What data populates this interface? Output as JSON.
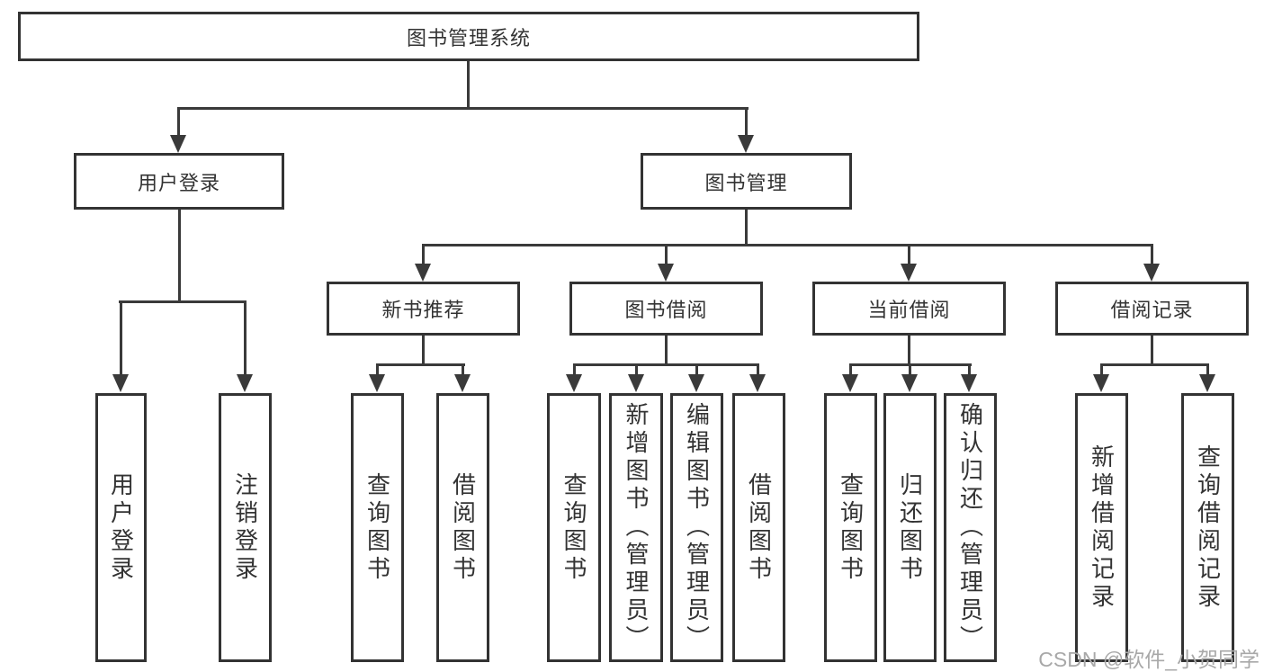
{
  "tree": {
    "root": {
      "label": "图书管理系统"
    },
    "branches": [
      {
        "label": "用户登录",
        "children": [
          {
            "label": "用户登录"
          },
          {
            "label": "注销登录"
          }
        ]
      },
      {
        "label": "图书管理",
        "children": [
          {
            "label": "新书推荐",
            "children": [
              {
                "label": "查询图书"
              },
              {
                "label": "借阅图书"
              }
            ]
          },
          {
            "label": "图书借阅",
            "children": [
              {
                "label": "查询图书"
              },
              {
                "label": "新增图书（管理员）"
              },
              {
                "label": "编辑图书（管理员）"
              },
              {
                "label": "借阅图书"
              }
            ]
          },
          {
            "label": "当前借阅",
            "children": [
              {
                "label": "查询图书"
              },
              {
                "label": "归还图书"
              },
              {
                "label": "确认归还（管理员）"
              }
            ]
          },
          {
            "label": "借阅记录",
            "children": [
              {
                "label": "新增借阅记录"
              },
              {
                "label": "查询借阅记录"
              }
            ]
          }
        ]
      }
    ]
  },
  "watermark": {
    "text": "CSDN @软件_小贺同学"
  },
  "colors": {
    "line": "#3a3a3a",
    "box_border": "#333333",
    "text": "#333333",
    "watermark": "#a8a8a8",
    "background": "#ffffff"
  }
}
